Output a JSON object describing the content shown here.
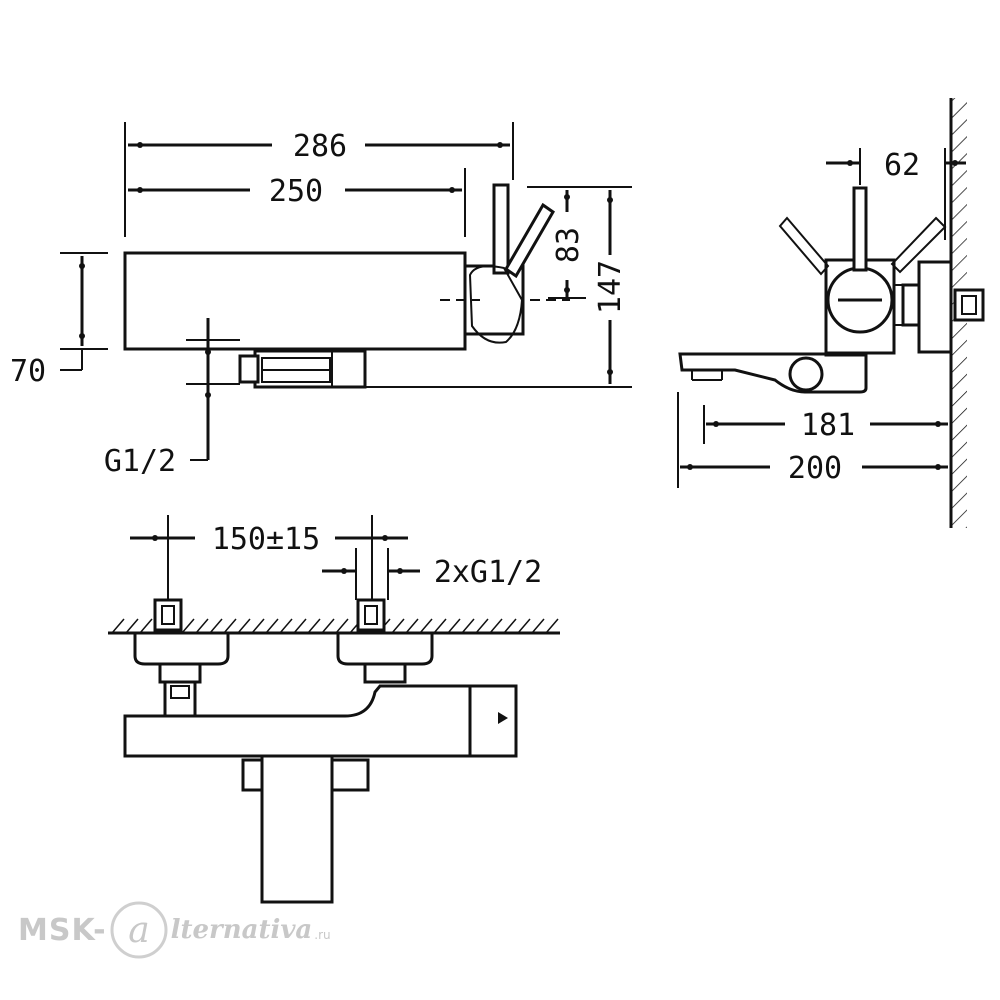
{
  "dimensions": {
    "d286": "286",
    "d250": "250",
    "d83": "83",
    "d147": "147",
    "d70": "70",
    "g12": "G1/2",
    "d62": "62",
    "d181": "181",
    "d200": "200",
    "d150": "150±15",
    "g12x2": "2xG1/2"
  },
  "watermark": {
    "part1": "MSK-",
    "part2": "lternativa",
    "part3": ".ru"
  }
}
